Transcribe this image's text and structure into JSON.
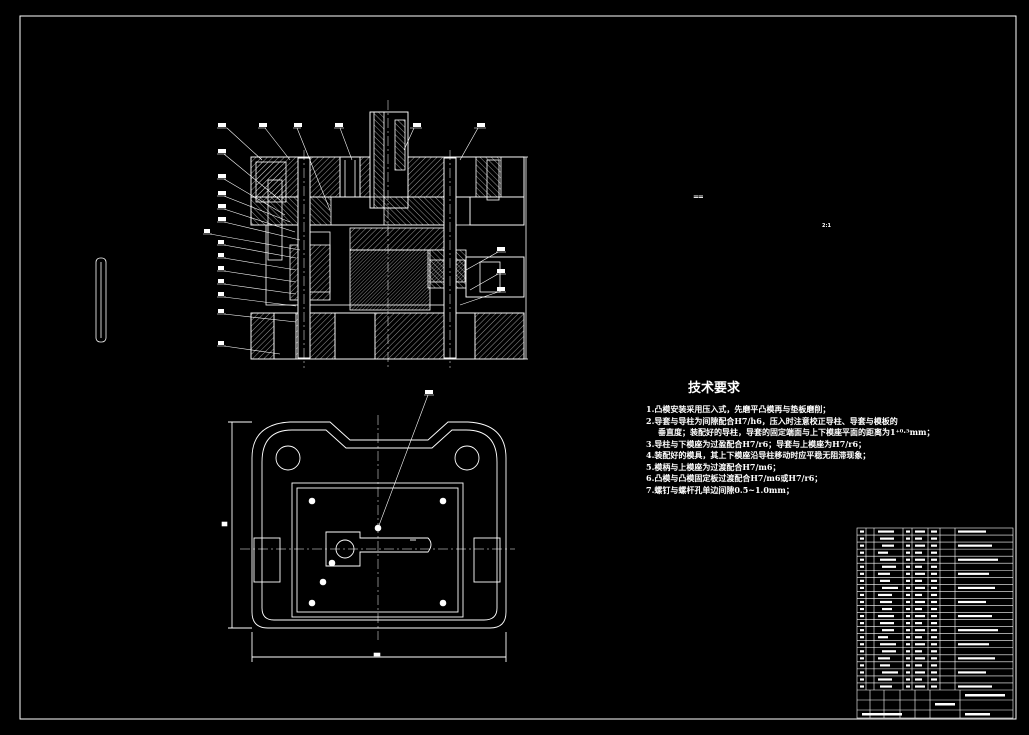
{
  "technical_requirements": {
    "title": "技术要求",
    "items": [
      "1.凸模安装采用压入式，先磨平凸模再与垫板磨削；",
      "2.导套与导柱为间隙配合H7/h6，压入时注意校正导柱、导套与模板的",
      "垂直度；装配好的导柱，导套的固定端面与上下模座平面的距离为1⁺⁰·⁵mm；",
      "3.导柱与下模座为过盈配合H7/r6；导套与上模座为H7/r6；",
      "4.装配好的模具，其上下模座沿导柱移动时应平稳无阻滞现象；",
      "5.模柄与上模座为过渡配合H7/m6；",
      "6.凸模与凸模固定板过渡配合H7/m6或H7/r6；",
      "7.螺钉与螺杆孔单边间隙0.5~1.0mm；"
    ]
  },
  "annotations": {
    "scale_mark": "==",
    "ratio_mark": "2:1"
  },
  "colors": {
    "background": "#000000",
    "line": "#ffffff",
    "section_line": "#ffffff"
  }
}
